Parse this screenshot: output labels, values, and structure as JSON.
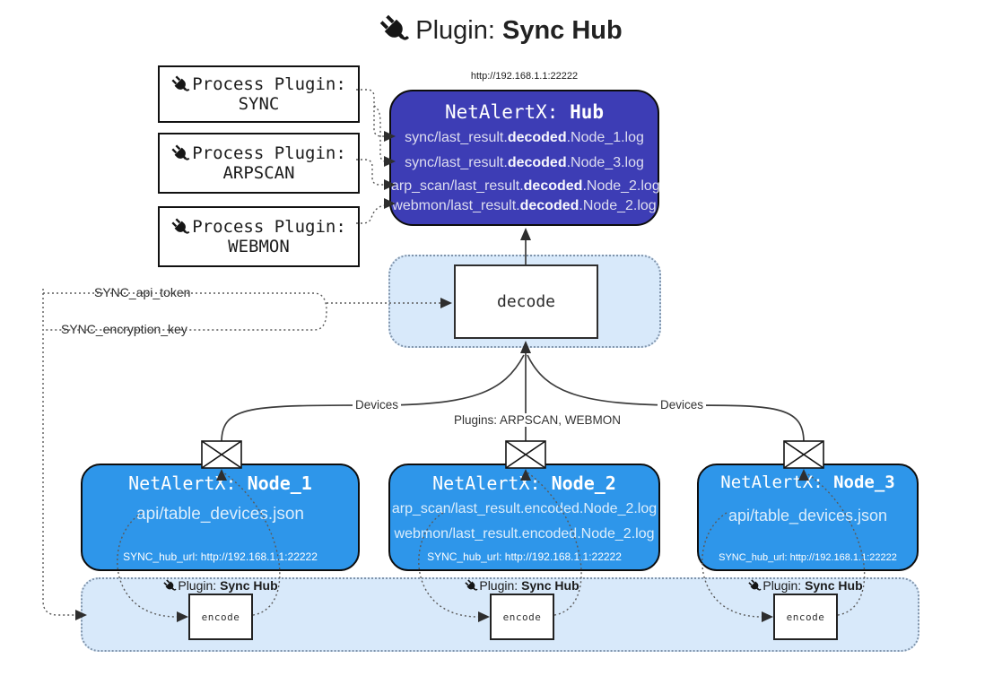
{
  "title": {
    "prefix": "Plugin: ",
    "bold": "Sync Hub"
  },
  "process_plugins": [
    {
      "label": "Process Plugin:",
      "name": "SYNC"
    },
    {
      "label": "Process Plugin:",
      "name": "ARPSCAN"
    },
    {
      "label": "Process Plugin:",
      "name": "WEBMON"
    }
  ],
  "hub": {
    "url": "http://192.168.1.1:22222",
    "title_prefix": "NetAlertX: ",
    "title_bold": "Hub",
    "lines": [
      {
        "pre": "sync/last_result.",
        "bold": "decoded",
        "post": ".Node_1.log"
      },
      {
        "pre": "sync/last_result.",
        "bold": "decoded",
        "post": ".Node_3.log"
      },
      {
        "pre": "arp_scan/last_result.",
        "bold": "decoded",
        "post": ".Node_2.log"
      },
      {
        "pre": "webmon/last_result.",
        "bold": "decoded",
        "post": ".Node_2.log"
      }
    ]
  },
  "decode": {
    "label": "decode"
  },
  "keys": {
    "api_token": "SYNC_api_token",
    "encryption_key": "SYNC_encryption_key"
  },
  "edges": {
    "devices_left": "Devices",
    "plugins_mid": "Plugins: ARPSCAN, WEBMON",
    "devices_right": "Devices"
  },
  "nodes": [
    {
      "title_prefix": "NetAlertX: ",
      "title_bold": "Node_1",
      "lines": [
        "api/table_devices.json"
      ],
      "hub_url": "SYNC_hub_url: http://192.168.1.1:22222"
    },
    {
      "title_prefix": "NetAlertX: ",
      "title_bold": "Node_2",
      "lines": [
        "arp_scan/last_result.encoded.Node_2.log",
        "webmon/last_result.encoded.Node_2.log"
      ],
      "hub_url": "SYNC_hub_url: http://192.168.1.1:22222"
    },
    {
      "title_prefix": "NetAlertX: ",
      "title_bold": "Node_3",
      "lines": [
        "api/table_devices.json"
      ],
      "hub_url": "SYNC_hub_url: http://192.168.1.1:22222"
    }
  ],
  "encoders": [
    {
      "label_prefix": "Plugin: ",
      "label_bold": "Sync Hub",
      "box": "encode"
    },
    {
      "label_prefix": "Plugin: ",
      "label_bold": "Sync Hub",
      "box": "encode"
    },
    {
      "label_prefix": "Plugin: ",
      "label_bold": "Sync Hub",
      "box": "encode"
    }
  ],
  "colors": {
    "hub_fill": "#3D3DB5",
    "node_fill": "#2E96EA",
    "panel_fill": "#D8E9FA",
    "panel_border": "#8094AB",
    "line_color": "#3C3C3C",
    "dotted_color": "#5A5A5A",
    "hub_text": "#DEDEF0"
  }
}
